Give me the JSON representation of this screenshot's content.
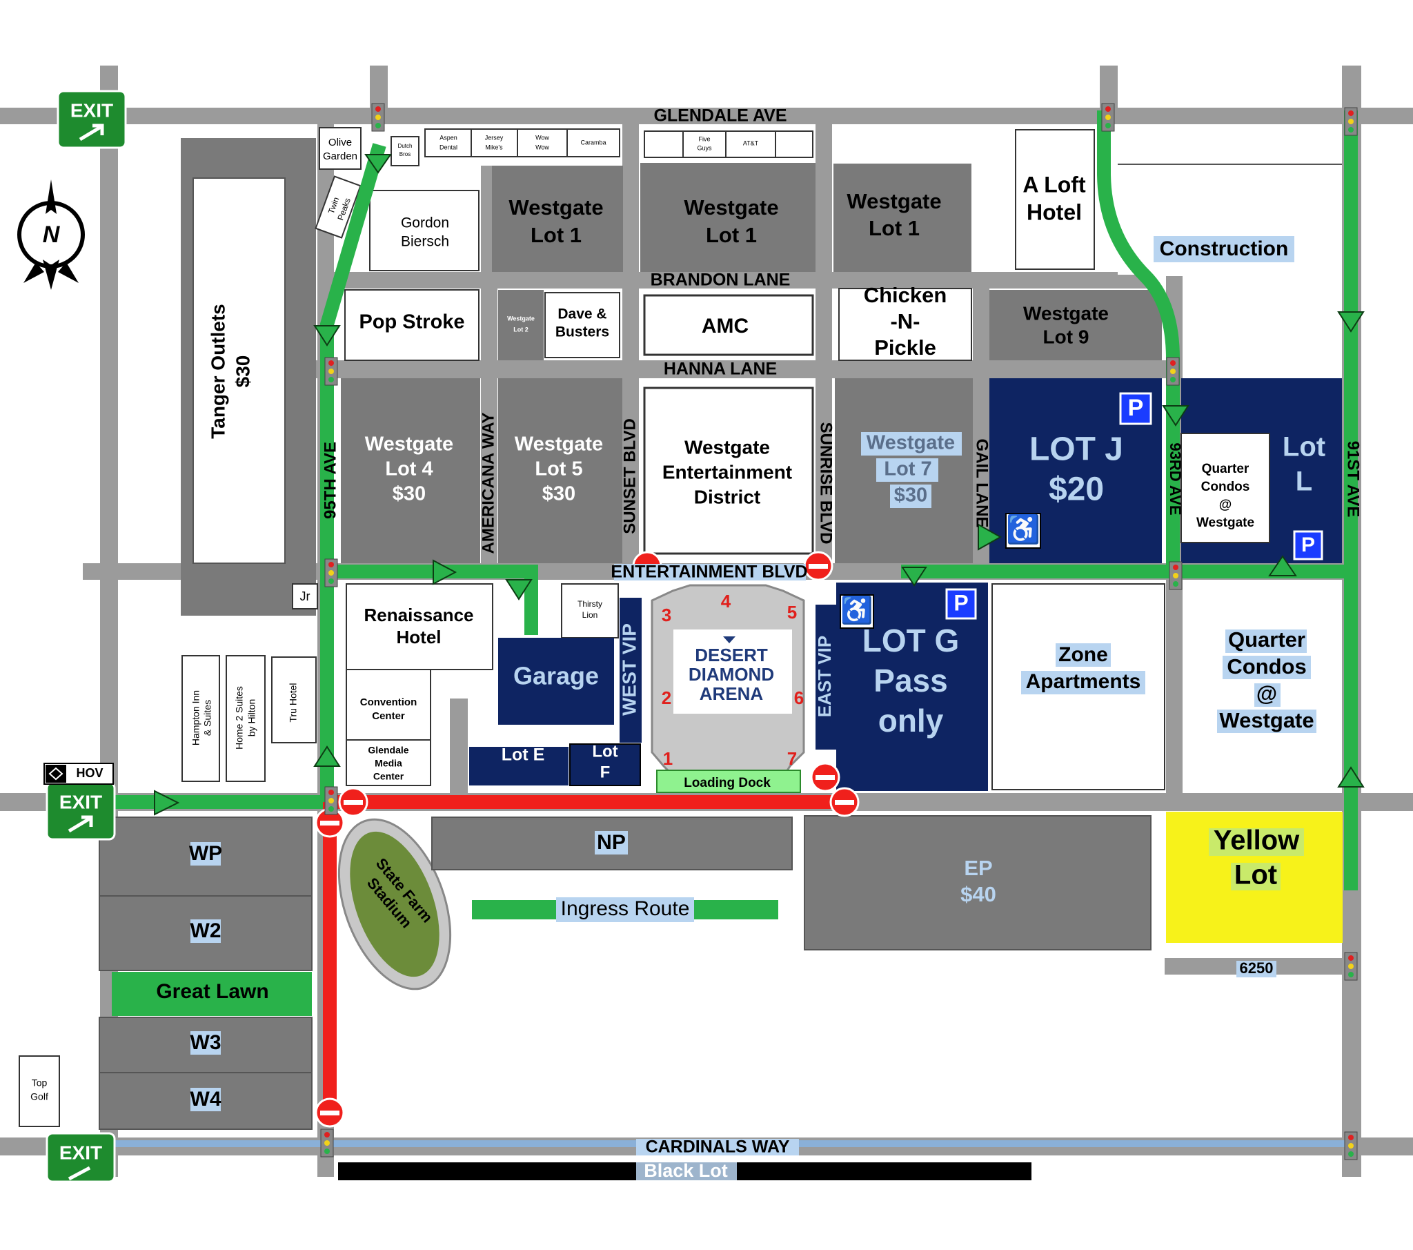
{
  "roads": {
    "glendale": "GLENDALE AVE",
    "brandon": "BRANDON LANE",
    "hanna": "HANNA LANE",
    "entertainment": "ENTERTAINMENT BLVD",
    "cardinals": "CARDINALS WAY",
    "ave95": "95TH AVE",
    "americana": "AMERICANA WAY",
    "sunset": "SUNSET BLVD",
    "sunrise": "SUNRISE BLVD",
    "gail": "GAIL LANE",
    "ave93": "93RD AVE",
    "ave91": "91ST AVE",
    "west_vip": "WEST VIP",
    "east_vip": "EAST VIP"
  },
  "exits": [
    "EXIT",
    "EXIT",
    "EXIT"
  ],
  "hov": "HOV",
  "compass": "N",
  "places": {
    "olive_garden": "Olive Garden",
    "dutch_bros": "Dutch Bros",
    "aspen_dental": "Aspen Dental",
    "jersey_mikes": "Jersey Mike's",
    "wow_wow": "Wow Wow",
    "caramba": "Caramba",
    "five_guys": "Five Guys",
    "att": "AT&T",
    "twin_peaks": "Twin Peaks",
    "gordon_biersch": "Gordon Biersch",
    "tanger": "Tanger Outlets",
    "tanger_price": "$30",
    "westgate_lot1_a": "Westgate Lot 1",
    "westgate_lot1_b": "Westgate Lot 1",
    "westgate_lot1_c": "Westgate Lot 1",
    "a_loft": "A Loft Hotel",
    "construction": "Construction",
    "pop_stroke": "Pop Stroke",
    "westgate_lot2": "Westgate Lot 2",
    "dave_busters": "Dave & Busters",
    "amc": "AMC",
    "chicken": "Chicken -N- Pickle",
    "westgate_lot9": "Westgate Lot 9",
    "lot4": "Westgate Lot 4",
    "lot4_price": "$30",
    "lot5": "Westgate Lot 5",
    "lot5_price": "$30",
    "wed": "Westgate Entertainment District",
    "lot7": "Westgate Lot 7",
    "lot7_price": "$30",
    "lotj": "LOT J",
    "lotj_price": "$20",
    "quarter_small": "Quarter Condos @ Westgate",
    "lotl": "Lot L",
    "jr": "Jr",
    "renaissance": "Renaissance Hotel",
    "thirsty_lion": "Thirsty Lion",
    "garage": "Garage",
    "convention": "Convention Center",
    "glendale_media": "Glendale Media Center",
    "lot_e": "Lot E",
    "lot_f": "Lot F",
    "arena": "DESERT DIAMOND ARENA",
    "loading_dock": "Loading Dock",
    "lotg": "LOT G Pass only",
    "zone": "Zone Apartments",
    "quarter_big": "Quarter Condos @ Westgate",
    "hampton": "Hampton Inn & Suites",
    "home2": "Home 2 Suites by Hilton",
    "tru": "Tru Hotel",
    "wp": "WP",
    "w2": "W2",
    "great_lawn": "Great Lawn",
    "w3": "W3",
    "w4": "W4",
    "top_golf": "Top Golf",
    "stadium": "State Farm Stadium",
    "np": "NP",
    "ingress": "Ingress Route",
    "ep": "EP",
    "ep_price": "$40",
    "yellow_lot": "Yellow Lot",
    "lot6250": "6250",
    "black_lot": "Black Lot",
    "parking_symbol": "P"
  },
  "gates": [
    "1",
    "2",
    "3",
    "4",
    "5",
    "6",
    "7"
  ],
  "colors": {
    "road": "#9b9b9b",
    "lot_gray": "#7a7a7a",
    "navy": "#0e2462",
    "green_route": "#29b24a",
    "closure_red": "#f0201c",
    "yellow": "#f7f21a",
    "stadium": "#6c8c3a",
    "light_blue_label": "#b8d4f0"
  }
}
